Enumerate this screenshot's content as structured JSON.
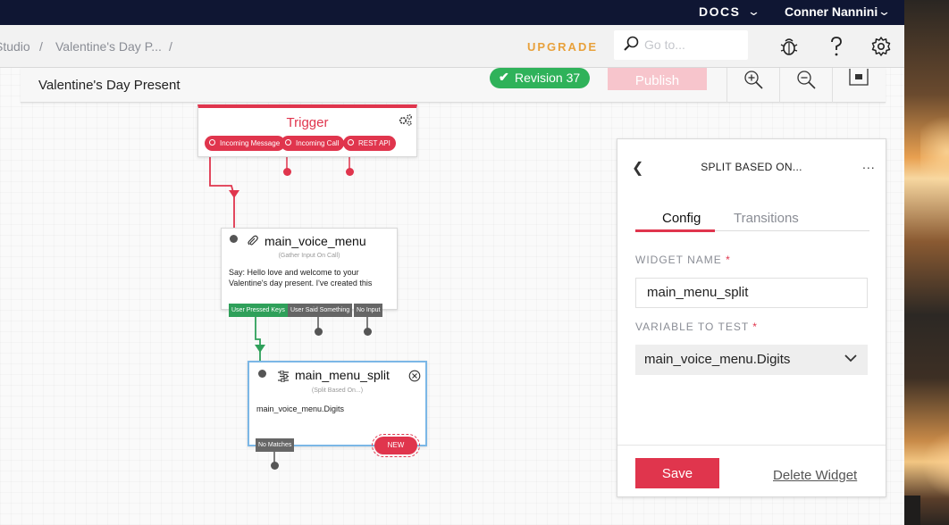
{
  "topbar": {
    "docs": "DOCS",
    "user": "Conner Nannini"
  },
  "breadcrumb": {
    "item1": "Studio",
    "item2": "Valentine's Day P...",
    "sep": "/"
  },
  "upgrade": "UPGRADE",
  "search": {
    "placeholder": "Go to..."
  },
  "flow": {
    "title": "Valentine's Day Present",
    "revision": "Revision 37",
    "publish": "Publish"
  },
  "trigger": {
    "title": "Trigger",
    "pills": [
      "Incoming Message",
      "Incoming Call",
      "REST API"
    ]
  },
  "voice_menu": {
    "title": "main_voice_menu",
    "subtitle": "(Gather Input On Call)",
    "body_line1": "Say: Hello love and welcome to your",
    "body_line2": "Valentine's day present. I've created this",
    "tags": [
      "User Pressed Keys",
      "User Said Something",
      "No Input"
    ]
  },
  "menu_split": {
    "title": "main_menu_split",
    "subtitle": "(Split Based On...)",
    "body": "main_voice_menu.Digits",
    "tag_no_matches": "No Matches",
    "tag_new": "NEW"
  },
  "panel": {
    "title": "SPLIT BASED ON...",
    "more": "...",
    "tabs": [
      "Config",
      "Transitions"
    ],
    "widget_name_label": "WIDGET NAME",
    "widget_name_value": "main_menu_split",
    "variable_label": "VARIABLE TO TEST",
    "variable_value": "main_voice_menu.Digits",
    "required_mark": "*",
    "save": "Save",
    "delete": "Delete Widget"
  },
  "colors": {
    "brand_red": "#e0354d",
    "navy": "#0f1633",
    "green": "#2fb25a",
    "upgrade": "#e8a13c",
    "selected_border": "#7bb7e6"
  }
}
